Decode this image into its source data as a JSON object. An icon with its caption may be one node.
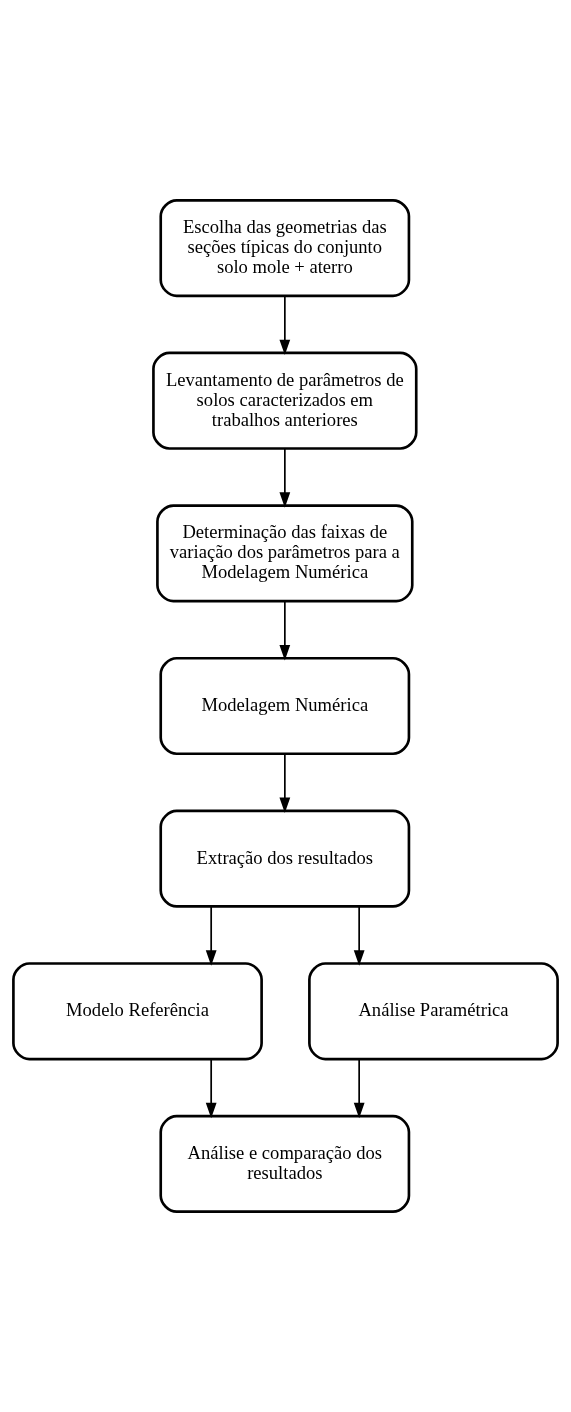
{
  "diagram": {
    "nodes": [
      {
        "text": [
          "Escolha das geometrias das seções típicas do conjunto solo mole + aterro"
        ]
      },
      {
        "text": [
          "Levantamento de parâmetros de solos caracterizados em trabalhos anteriores"
        ]
      },
      {
        "text": [
          "Determinação das faixas de variação dos parâmetros para a Modelagem Numérica"
        ]
      },
      {
        "text": [
          "Modelagem Numérica"
        ]
      },
      {
        "text": [
          "Extração dos resultados"
        ]
      },
      {
        "text": [
          "Modelo Referência"
        ]
      },
      {
        "text": [
          "Análise Paramétrica"
        ]
      },
      {
        "text": [
          "Análise e comparação dos resultados"
        ]
      }
    ],
    "edges": [
      {
        "from": 0,
        "to": 1,
        "arrow": "to"
      },
      {
        "from": 1,
        "to": 2,
        "arrow": "to"
      },
      {
        "from": 2,
        "to": 3,
        "arrow": "to"
      },
      {
        "from": 3,
        "to": 4,
        "arrow": "to"
      },
      {
        "from": 4,
        "to": 5,
        "arrow": "to"
      },
      {
        "from": 4,
        "to": 6,
        "arrow": "to"
      },
      {
        "from": 5,
        "to": 7,
        "arrow": "to"
      },
      {
        "from": 6,
        "to": 7,
        "arrow": "to"
      }
    ]
  }
}
